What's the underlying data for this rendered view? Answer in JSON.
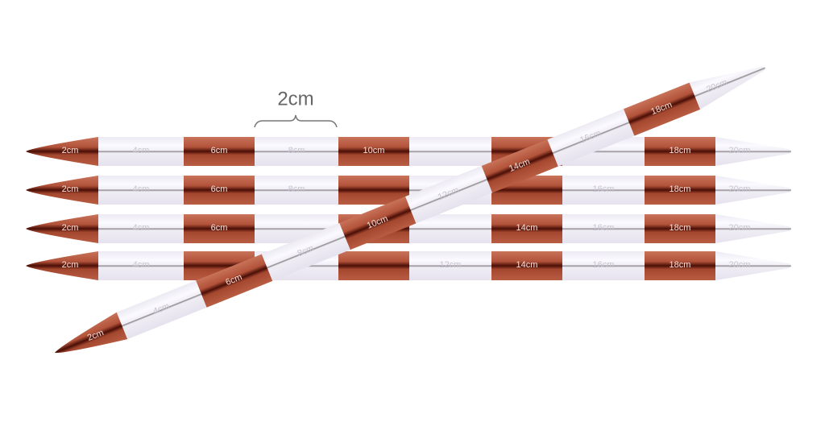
{
  "scale_annotation": "2cm",
  "needle_markings": [
    "2cm",
    "4cm",
    "6cm",
    "8cm",
    "10cm",
    "12cm",
    "14cm",
    "16cm",
    "18cm",
    "20cm"
  ],
  "needle_count": 5,
  "colors": {
    "copper": "#b2533a",
    "copper_dark": "#5a1408",
    "white": "#f4f2f8",
    "grey_line": "#8a8488"
  }
}
